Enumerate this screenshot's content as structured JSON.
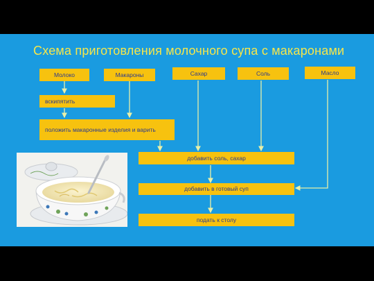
{
  "title": "Схема приготовления молочного супа с макаронами",
  "ingredients": {
    "milk": "Молоко",
    "pasta": "Макароны",
    "sugar": "Сахар",
    "salt": "Соль",
    "butter": "Масло"
  },
  "steps": {
    "boil": "вскипятить",
    "add_pasta": "положить макаронные изделия и варить",
    "add_salt_sugar": "добавить соль, сахар",
    "add_to_soup": "добавить в готовый суп",
    "serve": "подать к столу"
  },
  "colors": {
    "background": "#1a9be0",
    "box": "#f7c20f",
    "box_text": "#2a3a8f",
    "title": "#f6e64a",
    "arrow": "#e8f0a8"
  },
  "photo": {
    "subject": "milk soup with pasta in a white floral tureen"
  }
}
